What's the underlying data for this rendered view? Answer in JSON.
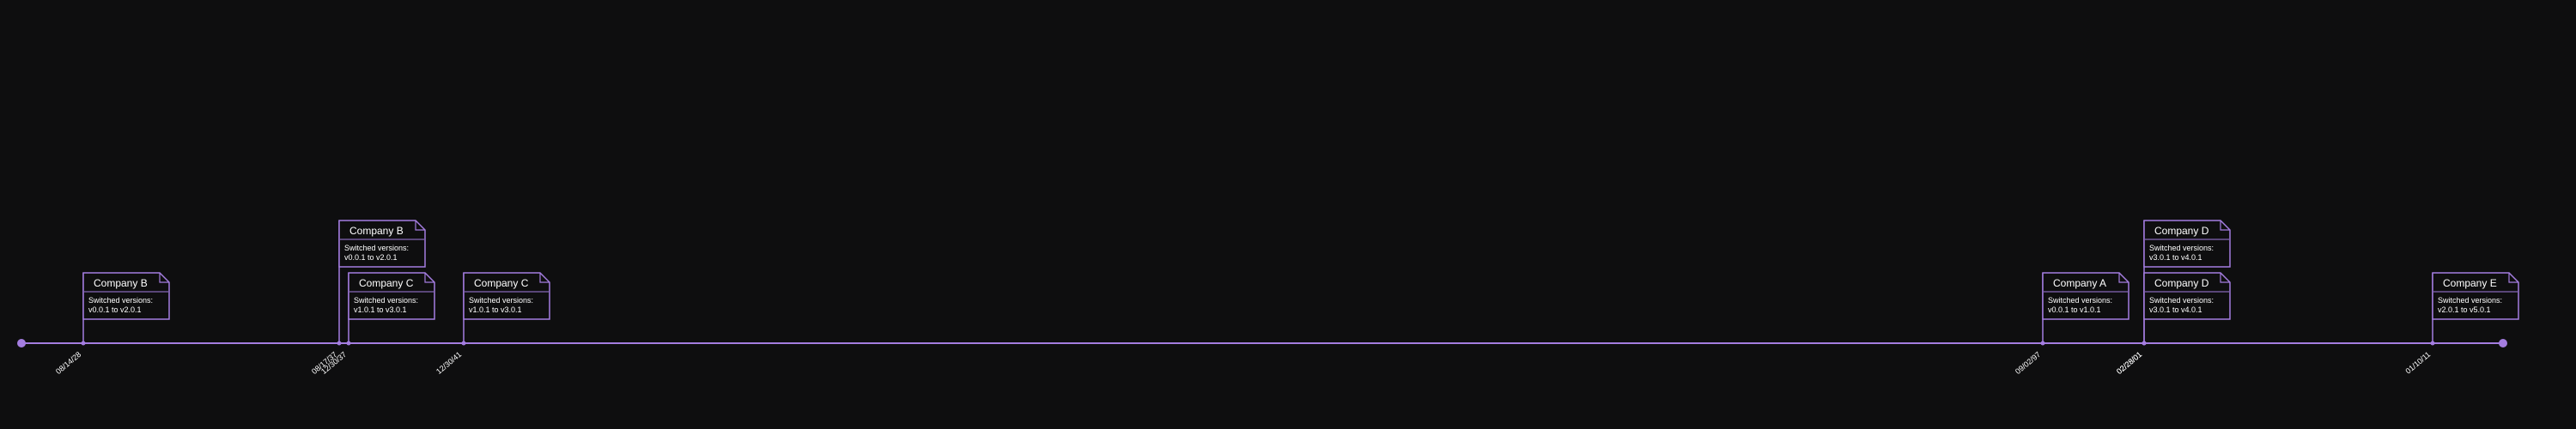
{
  "colors": {
    "background": "#0e0e0f",
    "accent": "#a47de0",
    "card_fill": "#0e0e0f",
    "text": "#ffffff",
    "tick_text": "#ffffff"
  },
  "timeline": {
    "events": [
      {
        "date_label": "08/14/28",
        "company": "Company B",
        "lines": [
          "Switched versions:",
          "v0.0.1 to v2.0.1"
        ]
      },
      {
        "date_label": "08/17/37",
        "company": "Company B",
        "lines": [
          "Switched versions:",
          "v0.0.1 to v2.0.1"
        ]
      },
      {
        "date_label": "12/30/37",
        "company": "Company C",
        "lines": [
          "Switched versions:",
          "v1.0.1 to v3.0.1"
        ]
      },
      {
        "date_label": "12/30/41",
        "company": "Company C",
        "lines": [
          "Switched versions:",
          "v1.0.1 to v3.0.1"
        ]
      },
      {
        "date_label": "09/02/97",
        "company": "Company A",
        "lines": [
          "Switched versions:",
          "v0.0.1 to v1.0.1"
        ]
      },
      {
        "date_label": "02/28/01",
        "company": "Company D",
        "lines": [
          "Switched versions:",
          "v3.0.1 to v4.0.1"
        ]
      },
      {
        "date_label": "02/28/01",
        "company": "Company D",
        "lines": [
          "Switched versions:",
          "v3.0.1 to v4.0.1"
        ]
      },
      {
        "date_label": "01/10/11",
        "company": "Company E",
        "lines": [
          "Switched versions:",
          "v2.0.1 to v5.0.1"
        ]
      }
    ]
  }
}
